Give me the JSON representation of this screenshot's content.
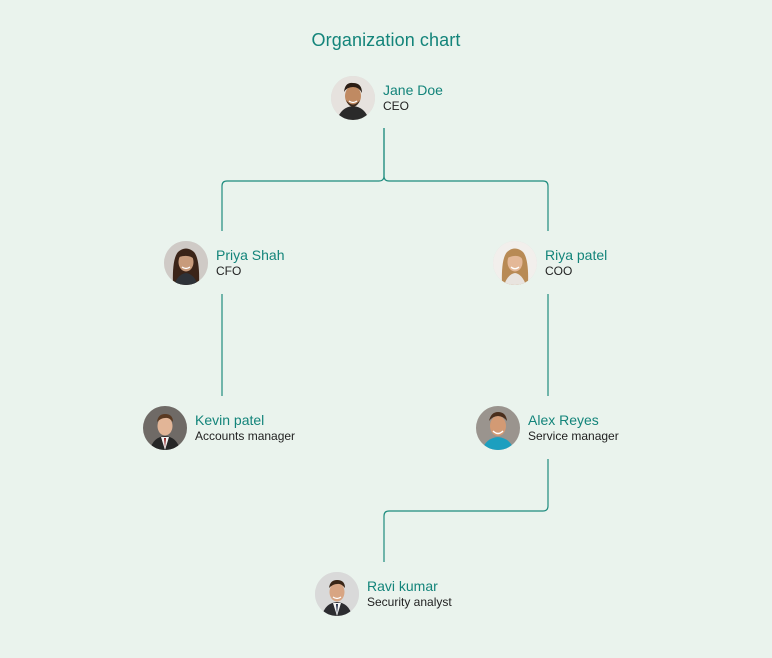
{
  "chart": {
    "title": "Organization chart"
  },
  "nodes": [
    {
      "id": "jane",
      "name": "Jane Doe",
      "role": "CEO"
    },
    {
      "id": "priya",
      "name": "Priya Shah",
      "role": "CFO"
    },
    {
      "id": "riya",
      "name": "Riya patel",
      "role": "COO"
    },
    {
      "id": "kevin",
      "name": "Kevin patel",
      "role": "Accounts manager"
    },
    {
      "id": "alex",
      "name": "Alex Reyes",
      "role": "Service manager"
    },
    {
      "id": "ravi",
      "name": "Ravi kumar",
      "role": "Security analyst"
    }
  ],
  "edges": [
    {
      "from": "Jane Doe",
      "to": "Priya Shah"
    },
    {
      "from": "Jane Doe",
      "to": "Riya patel"
    },
    {
      "from": "Priya Shah",
      "to": "Kevin patel"
    },
    {
      "from": "Riya patel",
      "to": "Alex Reyes"
    },
    {
      "from": "Alex Reyes",
      "to": "Ravi kumar"
    }
  ],
  "colors": {
    "background": "#eaf3ed",
    "accent": "#13847a",
    "connector": "#1e8c7e",
    "role_text": "#222222"
  }
}
